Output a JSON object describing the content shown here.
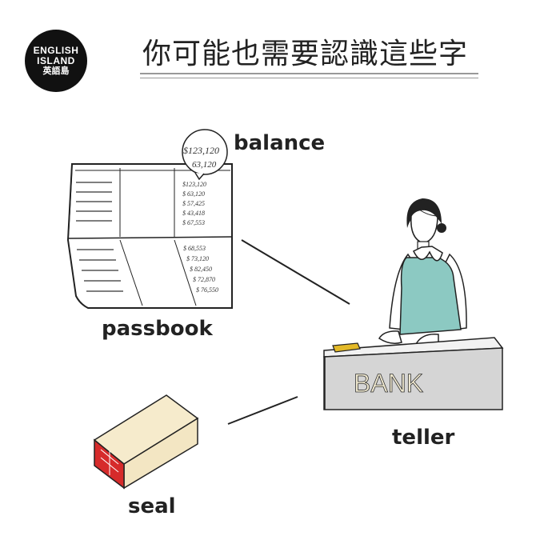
{
  "logo": {
    "line1": "ENGLISH",
    "line2": "ISLAND",
    "line3": "英語島"
  },
  "title": "你可能也需要認識這些字",
  "labels": {
    "balance": "balance",
    "passbook": "passbook",
    "teller": "teller",
    "seal": "seal"
  },
  "counter_sign": "BANK",
  "magnifier": {
    "line1": "$123,120",
    "line2": "63,120"
  },
  "passbook_column_top": [
    "$123,120",
    "$ 63,120",
    "$ 57,425",
    "$ 43,418",
    "$ 67,553"
  ],
  "passbook_column_bottom": [
    "$ 68,553",
    "$ 73,120",
    "$ 82,450",
    "$ 72,870",
    "$ 76,550"
  ],
  "colors": {
    "counter_top": "#f2f2f2",
    "counter_front": "#d5d5d5",
    "uniform_vest": "#8cc9c2",
    "nameplate": "#e3b928",
    "seal_body": "#f3e6c3",
    "seal_face": "#d62b2b"
  }
}
